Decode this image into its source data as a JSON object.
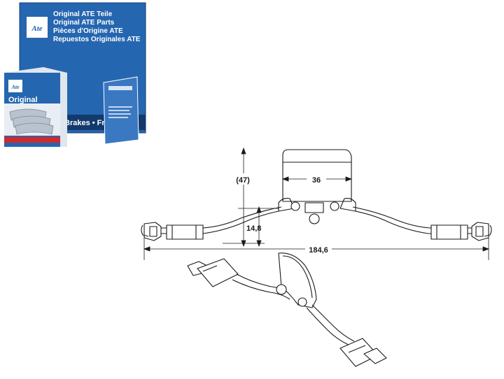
{
  "box": {
    "lines": [
      "Original ATE Teile",
      "Original ATE Parts",
      "Pièces d'Origine ATE",
      "Repuestos Originales ATE"
    ],
    "logo_text": "Ate",
    "band_text": "Brakes • Frei",
    "colors": {
      "box_blue": "#1f5fa8",
      "box_dark": "#174c8c",
      "band_red": "#d02a2a"
    }
  },
  "small_box": {
    "label": "Original",
    "logo_text": "Ate"
  },
  "dimensions": {
    "height_total": "(47)",
    "width_clip": "36",
    "height_offset": "14,8",
    "length_total": "184,6"
  }
}
